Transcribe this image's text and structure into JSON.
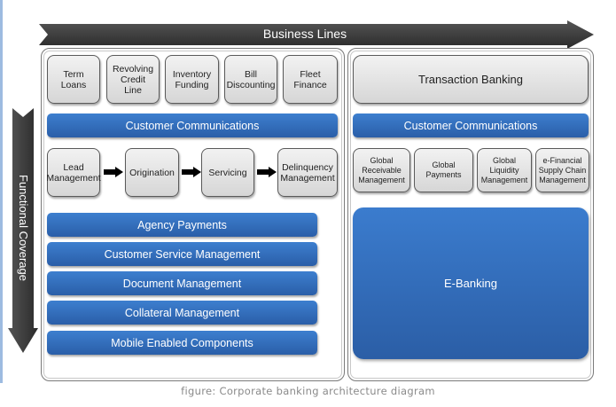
{
  "diagram": {
    "horizontal_axis_label": "Business Lines",
    "vertical_axis_label": "Functional Coverage",
    "caption": "figure: Corporate banking architecture diagram",
    "colors": {
      "arrow_dark": "#3a3a3a",
      "blue_bar": "#2f6bb8",
      "gray_box": "#e2e2e2",
      "left_rule": "#9dbbe0"
    },
    "lending_panel": {
      "business_lines": [
        {
          "label": "Term\nLoans"
        },
        {
          "label": "Revolving\nCredit\nLine"
        },
        {
          "label": "Inventory\nFunding"
        },
        {
          "label": "Bill\nDiscounting"
        },
        {
          "label": "Fleet\nFinance"
        }
      ],
      "communications_bar": "Customer Communications",
      "process_steps": [
        {
          "label": "Lead\nManagement"
        },
        {
          "label": "Origination"
        },
        {
          "label": "Servicing"
        },
        {
          "label": "Delinquency\nManagement"
        }
      ],
      "functional_bars": [
        "Agency Payments",
        "Customer Service Management",
        "Document Management",
        "Collateral Management",
        "Mobile Enabled Components"
      ]
    },
    "transaction_panel": {
      "title": "Transaction Banking",
      "communications_bar": "Customer Communications",
      "services": [
        {
          "label": "Global\nReceivable\nManagement"
        },
        {
          "label": "Global\nPayments"
        },
        {
          "label": "Global\nLiquidity\nManagement"
        },
        {
          "label": "e-Financial\nSupply Chain\nManagement"
        }
      ],
      "channel": "E-Banking"
    }
  }
}
